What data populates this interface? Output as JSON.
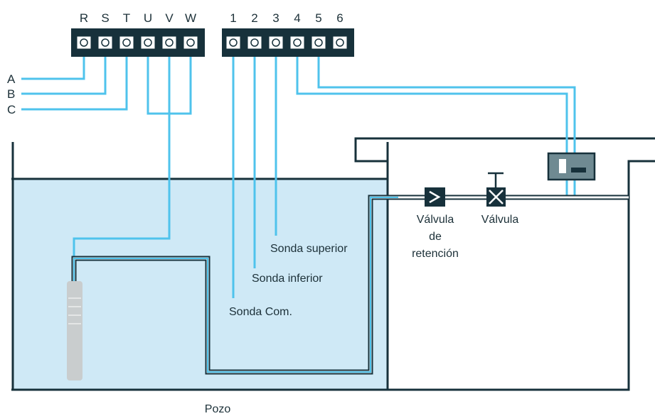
{
  "terminals_left": [
    "R",
    "S",
    "T",
    "U",
    "V",
    "W"
  ],
  "terminals_right": [
    "1",
    "2",
    "3",
    "4",
    "5",
    "6"
  ],
  "phases": [
    "A",
    "B",
    "C"
  ],
  "labels": {
    "sonda_superior": "Sonda superior",
    "sonda_inferior": "Sonda inferior",
    "sonda_com": "Sonda Com.",
    "valvula_retencion_l1": "Válvula",
    "valvula_retencion_l2": "de",
    "valvula_retencion_l3": "retención",
    "valvula": "Válvula",
    "pozo": "Pozo"
  },
  "colors": {
    "water": "#cfe9f6",
    "wire": "#4fc3ec",
    "dark": "#17313b",
    "sensor_box": "#6f8a92",
    "pump": "#c9cdce"
  }
}
